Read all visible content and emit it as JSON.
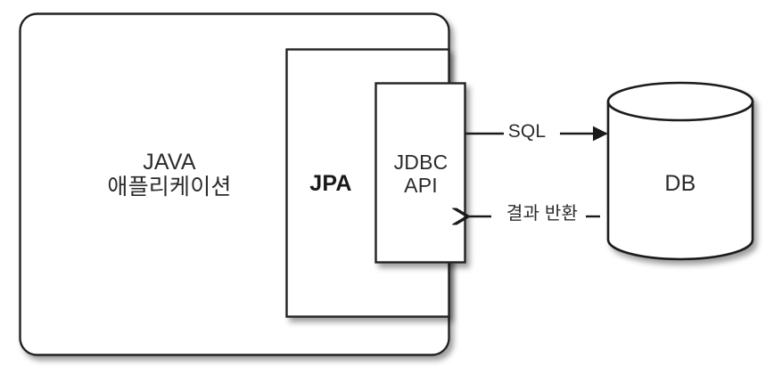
{
  "diagram": {
    "title": "JPA / JDBC / DB architecture diagram",
    "background": "#ffffff",
    "stroke_color": "#222222",
    "text_color": "#2b2b2b",
    "nodes": [
      {
        "id": "java-application",
        "shape": "rounded-rectangle",
        "label_line1": "JAVA",
        "label_line2": "애플리케이션"
      },
      {
        "id": "jpa",
        "shape": "rectangle",
        "label": "JPA"
      },
      {
        "id": "jdbc-api",
        "shape": "rectangle",
        "label_line1": "JDBC",
        "label_line2": "API"
      },
      {
        "id": "database",
        "shape": "cylinder",
        "label": "DB"
      }
    ],
    "edges": [
      {
        "id": "sql-request",
        "from": "jdbc-api",
        "to": "database",
        "label": "SQL",
        "direction": "right"
      },
      {
        "id": "result-return",
        "from": "database",
        "to": "jdbc-api",
        "label": "결과 반환",
        "direction": "left"
      }
    ]
  },
  "labels": {
    "java_line1": "JAVA",
    "java_line2": "애플리케이션",
    "jpa": "JPA",
    "jdbc_line1": "JDBC",
    "jdbc_line2": "API",
    "db": "DB",
    "sql": "SQL",
    "result": "결과 반환"
  }
}
